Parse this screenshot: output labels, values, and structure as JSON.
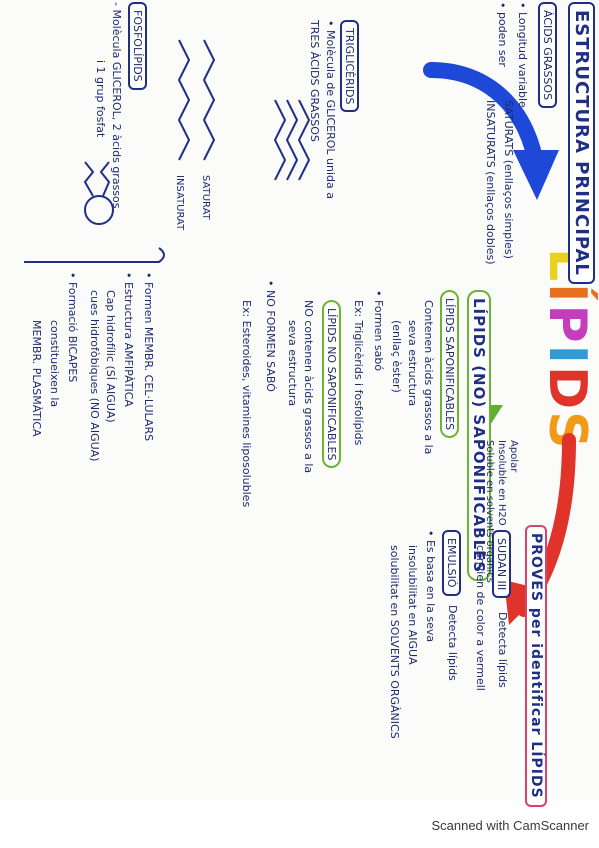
{
  "title_letters": [
    {
      "ch": "L",
      "color": "#e8d21f"
    },
    {
      "ch": "Í",
      "color": "#e6701f"
    },
    {
      "ch": "P",
      "color": "#c53dbd"
    },
    {
      "ch": "I",
      "color": "#2f9bd4"
    },
    {
      "ch": "D",
      "color": "#e0342a"
    },
    {
      "ch": "S",
      "color": "#f09b18"
    }
  ],
  "estructura": {
    "title": "ESTRUCTURA PRINCIPAL",
    "acids_label": "ÀCIDS GRASSOS",
    "longitud": "• Longitud variable",
    "poden": "• poden ser",
    "saturats": "SATURATS (enllaços simples)",
    "insaturats": "INSATURATS (enllaços dobles)",
    "saturat_lbl": "SATURAT",
    "insaturat_lbl": "INSATURAT",
    "trig_label": "TRIGLICÈRIDS",
    "trig_line1": "• Molècula de GLICEROL unida a",
    "trig_line2": "TRES ÀCIDS GRASSOS",
    "fosf_label": "FOSFOLÍPIDS",
    "fosf_line1": "- Molècula GLICEROL, 2 àcids grassos",
    "fosf_line2": "i 1 grup fosfat",
    "forma_mem": "• Formen MEMBR. CEL·LULARS",
    "estructura_amf": "• Estructura AMFIPÀTICA",
    "cap": "Cap hidrofílic (SÍ AIGUA)",
    "cues": "cues hidrofòbiques (NO AIGUA)",
    "bicapes": "• Formació BICAPES",
    "const": "constitueixen la",
    "membr_pl": "MEMBR. PLASMÀTICA"
  },
  "tipus": {
    "title": "LÍPIDS (NO) SAPONIFICABLES",
    "apolar": "Apolar",
    "insoluble": "Insoluble en H2O",
    "soluble": "Soluble en solvents orgànics",
    "sap_label": "LÍPIDS SAPONIFICABLES",
    "sap_1": "Contenen àcids grassos a la",
    "sap_2": "seva estructura",
    "sap_3": "(enllaç èster)",
    "sap_4": "• Formen sabó",
    "sap_ex": "Ex: Triglicèrids i fosfolípids",
    "nosap_label": "LÍPIDS NO SAPONIFICABLES",
    "nosap_1": "NO contenen àcids grassos a la",
    "nosap_2": "seva estructura",
    "nosap_3": "• NO FORMEN SABÓ",
    "nosap_ex": "Ex: Esteroides, vitamines liposolubles"
  },
  "proves": {
    "title": "PROVES per identificar LÍPIDS",
    "sudan_label": "SUDAN III",
    "sudan_1": "Detecta lípids",
    "sudan_2": "canvien de color a vermell",
    "emulsio_label": "EMULSIÓ",
    "emulsio_1": "Detecta lípids",
    "emulsio_2": "• Es basa en la seva",
    "emulsio_3": "insolubilitat en AIGUA",
    "emulsio_4": "solubilitat en SOLVENTS ORGÀNICS"
  },
  "footer": "Scanned with CamScanner"
}
